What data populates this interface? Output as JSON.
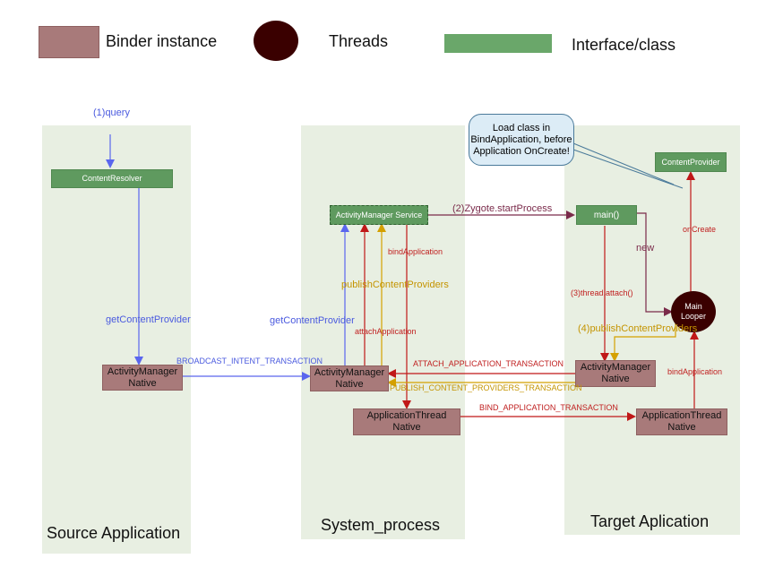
{
  "legend": {
    "binder_label": "Binder instance",
    "threads_label": "Threads",
    "interface_label": "Interface/class"
  },
  "lanes": {
    "source": "Source Application",
    "system": "System_process",
    "target": "Target Aplication"
  },
  "nodes": {
    "content_resolver": "ContentResolver",
    "source_amn": "ActivityManager Native",
    "ams": "ActivityManager Service",
    "sys_amn": "ActivityManager Native",
    "sys_atn": "ApplicationThread Native",
    "main": "main()",
    "content_provider": "ContentProvider",
    "main_looper": "Main Looper",
    "tgt_amn": "ActivityManager Native",
    "tgt_atn": "ApplicationThread Native"
  },
  "callout": "Load class in BindApplication, before Application OnCreate!",
  "labels": {
    "query": "(1)query",
    "get_cp_source": "getContentProvider",
    "broadcast": "BROADCAST_INTENT_TRANSACTION",
    "get_cp_system": "getContentProvider",
    "zygote": "(2)Zygote.startProcess",
    "bind_app_sys": "bindApplication",
    "publish_cp_sys": "publishContentProviders",
    "attach_app": "attachApplication",
    "attach_txn": "ATTACH_APPLICATION_TRANSACTION",
    "publish_txn": "PUBLISH_CONTENT_PROVIDERS_TRANSACTION",
    "bind_txn": "BIND_APPLICATION_TRANSACTION",
    "new": "new",
    "on_create": "onCreate",
    "thread_attach": "(3)thread.attach()",
    "publish_cp_tgt": "(4)publishContentProviders",
    "bind_app_tgt": "bindApplication"
  },
  "colors": {
    "binder": "#a87a7a",
    "interface": "#5f9a5f",
    "thread": "#3a0000",
    "lane_bg": "#e8efe2",
    "blue_arrow": "#5a66ee",
    "red_arrow": "#c01818",
    "gold_arrow": "#d4a000",
    "maroon_arrow": "#7a2a4a"
  }
}
